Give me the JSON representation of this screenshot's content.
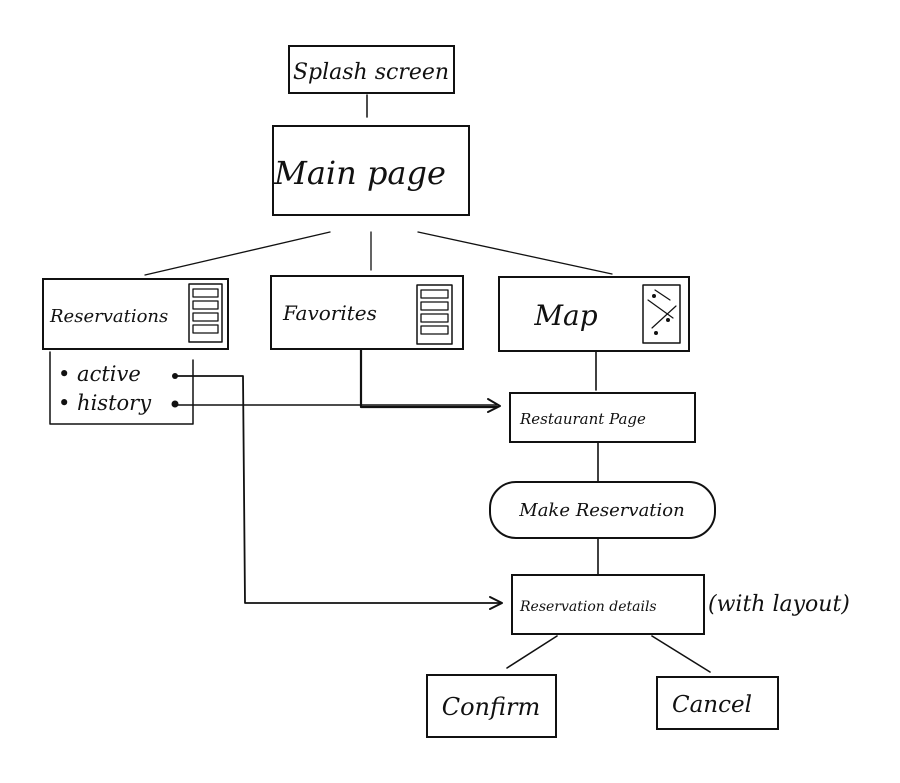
{
  "nodes": {
    "splash": "Splash screen",
    "main": "Main page",
    "reservations": "Reservations",
    "favorites": "Favorites",
    "map": "Map",
    "restaurant": "Restaurant Page",
    "make_reservation": "Make Reservation",
    "reservation_details": "Reservation details",
    "confirm": "Confirm",
    "cancel": "Cancel"
  },
  "reservation_submenu": {
    "active": "• active",
    "history": "• history"
  },
  "annotations": {
    "layout_note": "(with layout)"
  },
  "icons": {
    "reservations": "list-icon",
    "favorites": "list-icon",
    "map": "map-icon"
  },
  "colors": {
    "ink": "#111111",
    "paper": "#ffffff"
  }
}
